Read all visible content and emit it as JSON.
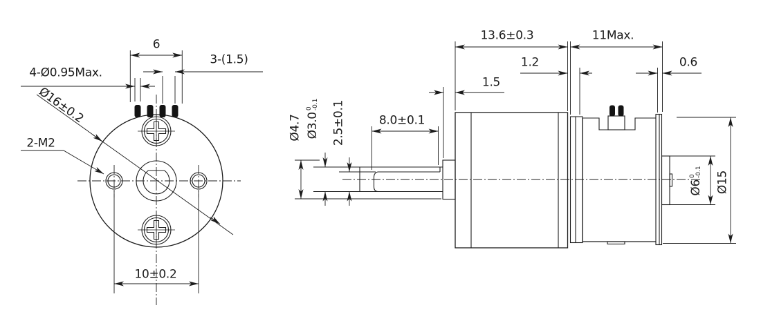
{
  "drawing": {
    "front_view": {
      "dim_pin_span": "6",
      "dim_pin_pitch": "3-(1.5)",
      "dim_pin_diameter": "4-Ø0.95Max.",
      "dim_outer_diameter": "Ø16±0.2",
      "dim_mount_holes": "2-M2",
      "dim_hole_spacing": "10±0.2"
    },
    "side_view": {
      "dim_gearbox_length": "13.6±0.3",
      "dim_motor_length": "11Max.",
      "dim_front_step": "1.2",
      "dim_rear_step": "0.6",
      "dim_boss_length": "1.5",
      "dim_flat_length": "8.0±0.1",
      "dim_boss_diameter": "Ø4.7",
      "dim_shaft_diameter": {
        "main": "Ø3.0",
        "tol_upper": "0",
        "tol_lower": "-0.1"
      },
      "dim_flat_height": "2.5±0.1",
      "dim_rear_boss_diameter": {
        "main": "Ø6",
        "tol_upper": "0",
        "tol_lower": "-0.1"
      },
      "dim_body_diameter": "Ø15"
    },
    "colors": {
      "line": "#1c1c1c",
      "background": "#ffffff"
    }
  }
}
